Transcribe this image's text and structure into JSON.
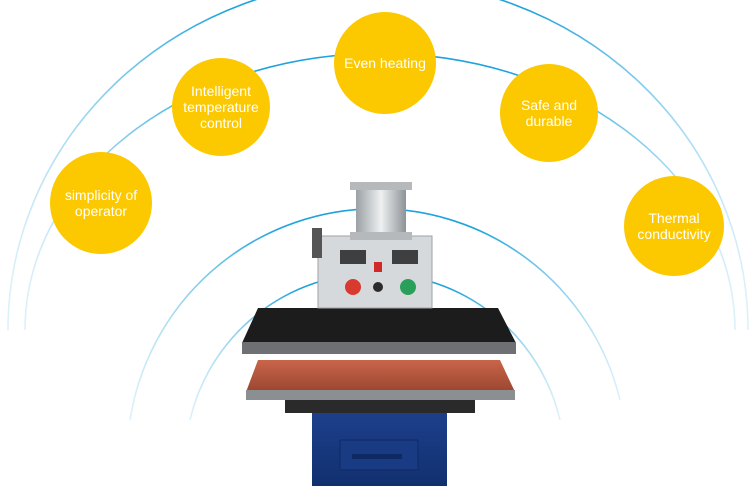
{
  "colors": {
    "accent": "#fcc800",
    "arc": "#1fa3dc",
    "label_text": "#ffffff"
  },
  "features": [
    {
      "id": "simplicity",
      "label": "simplicity of operator"
    },
    {
      "id": "intelligent",
      "label": "Intelligent temperature control"
    },
    {
      "id": "even",
      "label": "Even heating"
    },
    {
      "id": "safe",
      "label": "Safe and durable"
    },
    {
      "id": "thermal",
      "label": "Thermal conductivity"
    }
  ],
  "machine": {
    "name": "heat-press-machine"
  }
}
